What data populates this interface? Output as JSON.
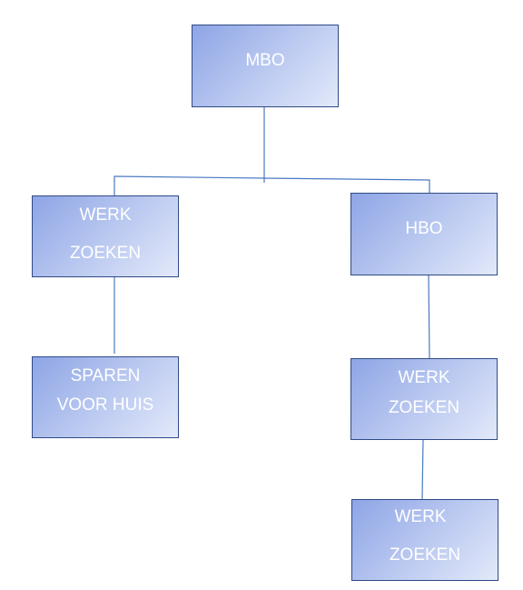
{
  "diagram": {
    "nodes": {
      "mbo": {
        "lines": [
          "MBO"
        ]
      },
      "werk_zoeken_left": {
        "lines": [
          "WERK",
          "ZOEKEN"
        ]
      },
      "hbo": {
        "lines": [
          "HBO"
        ]
      },
      "sparen_voor_huis": {
        "lines": [
          "SPAREN",
          "VOOR HUIS"
        ]
      },
      "werk_zoeken_right": {
        "lines": [
          "WERK",
          "ZOEKEN"
        ]
      },
      "werk_zoeken_bottom": {
        "lines": [
          "WERK",
          "ZOEKEN"
        ]
      }
    },
    "edges": [
      {
        "from": "mbo",
        "to": "werk_zoeken_left"
      },
      {
        "from": "mbo",
        "to": "hbo"
      },
      {
        "from": "werk_zoeken_left",
        "to": "sparen_voor_huis"
      },
      {
        "from": "hbo",
        "to": "werk_zoeken_right"
      },
      {
        "from": "werk_zoeken_right",
        "to": "werk_zoeken_bottom"
      }
    ],
    "colors": {
      "box_border": "#2f4a86",
      "box_fill_start": "#8ea5e6",
      "box_fill_end": "#e3e9fa",
      "connector": "#4a78c2",
      "text": "#ffffff"
    }
  }
}
